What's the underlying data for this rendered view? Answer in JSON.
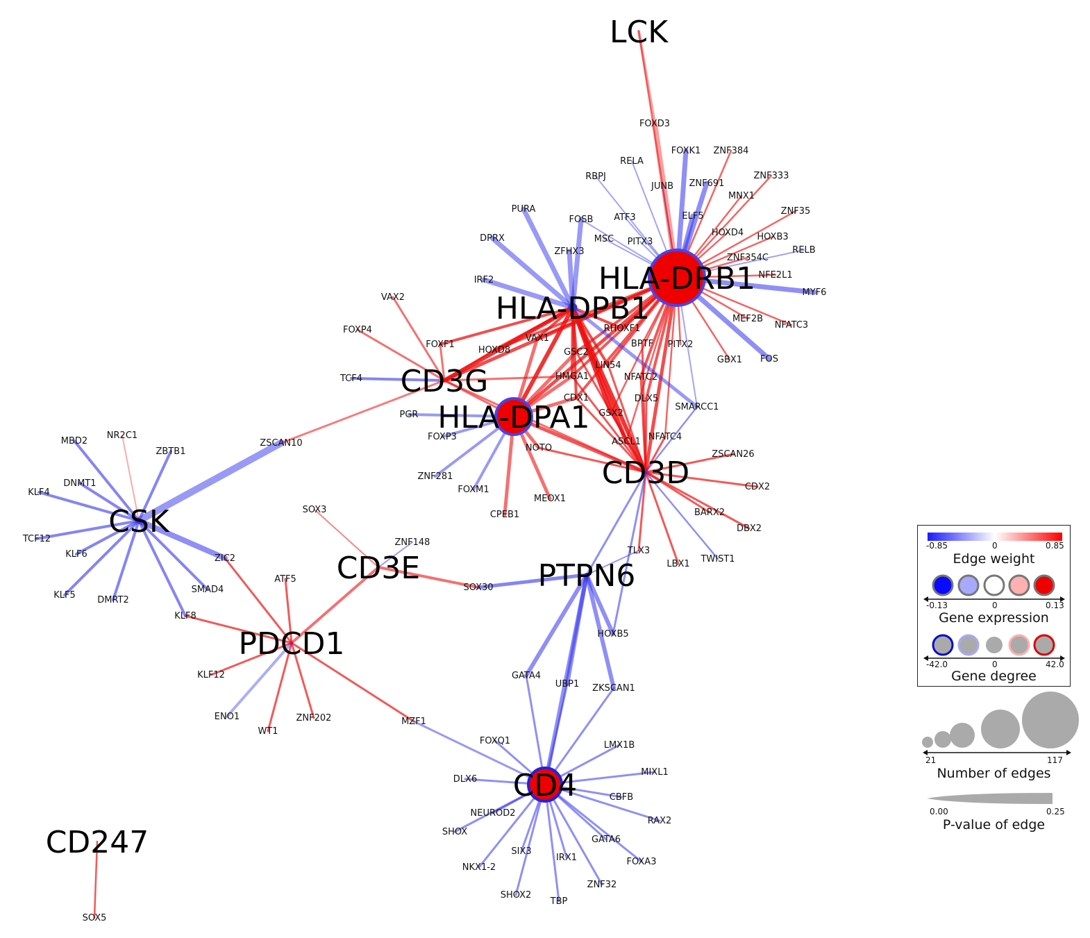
{
  "hubs": [
    {
      "id": "LCK",
      "label": "LCK"
    },
    {
      "id": "HLA-DRB1",
      "label": "HLA-DRB1"
    },
    {
      "id": "HLA-DPB1",
      "label": "HLA-DPB1"
    },
    {
      "id": "CD3G",
      "label": "CD3G"
    },
    {
      "id": "HLA-DPA1",
      "label": "HLA-DPA1"
    },
    {
      "id": "CD3D",
      "label": "CD3D"
    },
    {
      "id": "CSK",
      "label": "CSK"
    },
    {
      "id": "CD3E",
      "label": "CD3E"
    },
    {
      "id": "PTPN6",
      "label": "PTPN6"
    },
    {
      "id": "PDCD1",
      "label": "PDCD1"
    },
    {
      "id": "CD4",
      "label": "CD4"
    },
    {
      "id": "CD247",
      "label": "CD247"
    }
  ],
  "genes": [
    "FOXD3",
    "FOXK1",
    "ZNF384",
    "RELA",
    "RBPJ",
    "JUNB",
    "ZNF691",
    "ZNF333",
    "MNX1",
    "PURA",
    "FOSB",
    "ATF3",
    "ELF5",
    "ZNF35",
    "MSC",
    "PITX3",
    "HOXD4",
    "HOXB3",
    "DPRX",
    "ZFHX3",
    "ZNF354C",
    "RELB",
    "NFE2L1",
    "MYF6",
    "IRF2",
    "VAX2",
    "MEF2B",
    "NFATC3",
    "RHOXF1",
    "FOXP4",
    "FOXF1",
    "VAX1",
    "BPTF",
    "PITX2",
    "HOXD8",
    "GSC2",
    "GBX1",
    "FOS",
    "LIN54",
    "TCF4",
    "HMGA1",
    "NFATC2",
    "CDX1",
    "DLX5",
    "SMARCC1",
    "PGR",
    "GSX2",
    "FOXP3",
    "ASCL1",
    "NFATC4",
    "NOTO",
    "ZSCAN26",
    "MBD2",
    "NR2C1",
    "ZBTB1",
    "ZSCAN10",
    "DNMT1",
    "KLF4",
    "ZNF281",
    "CDX2",
    "FOXM1",
    "MEOX1",
    "BARX2",
    "CPEB1",
    "DBX2",
    "SOX3",
    "TCF12",
    "KLF6",
    "ZNF148",
    "TLX3",
    "ZIC2",
    "LBX1",
    "TWIST1",
    "ATF5",
    "SMAD4",
    "SOX30",
    "KLF5",
    "DMRT2",
    "KLF8",
    "HOXB5",
    "KLF12",
    "GATA4",
    "UBP1",
    "ZKSCAN1",
    "ENO1",
    "WT1",
    "ZNF202",
    "MZF1",
    "FOXQ1",
    "LMX1B",
    "DLX6",
    "MIXL1",
    "CBFB",
    "NEURODE2",
    "SHOX",
    "RAX2",
    "GATA6",
    "SIX3",
    "IRX1",
    "FOXA3",
    "NKX1-2",
    "ZNF32",
    "SHOX2",
    "TBP",
    "SOX5"
  ],
  "legend": {
    "edge_weight": {
      "title": "Edge weight",
      "min": "-0.85",
      "mid": "0",
      "max": "0.85"
    },
    "gene_expression": {
      "title": "Gene expression",
      "min": "-0.13",
      "mid": "0",
      "max": "0.13"
    },
    "gene_degree": {
      "title": "Gene degree",
      "min": "-42.0",
      "mid": "0",
      "max": "42.0"
    },
    "number_of_edges": {
      "title": "Number of edges",
      "min": "21",
      "max": "117"
    },
    "pvalue": {
      "title": "P-value of edge",
      "min": "0.00",
      "max": "0.25"
    }
  },
  "colors": {
    "positive": "#ee1111",
    "negative": "#3333ee",
    "neutral": "#ffffff"
  }
}
